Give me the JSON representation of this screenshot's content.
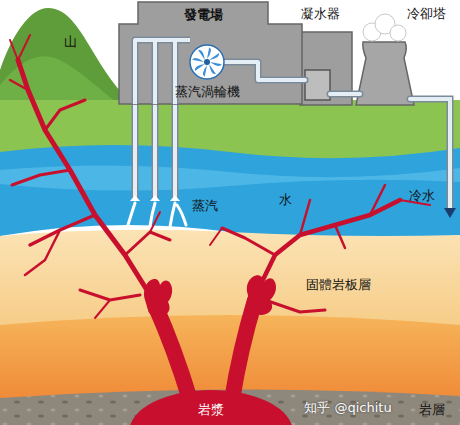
{
  "diagram": {
    "nodes": [
      {
        "text": [
          "發電場"
        ]
      }
    ],
    "labels": [
      "山",
      "蒸汽渦輪機",
      "凝水器",
      "冷卻塔",
      "蒸汽",
      "水",
      "冷水",
      "固體岩板層",
      "岩漿",
      "岩層",
      "知乎 @qichitu"
    ]
  }
}
